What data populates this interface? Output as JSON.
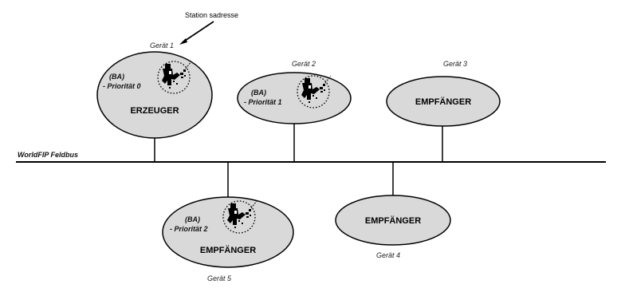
{
  "annotation": {
    "station_address": "Station sadresse"
  },
  "bus": {
    "label": "WorldFIP Feldbus"
  },
  "devices": [
    {
      "name": "Gerät 1",
      "role": "ERZEUGER",
      "ba": "(BA)",
      "priority": "- Priorität 0"
    },
    {
      "name": "Gerät 2",
      "role": "",
      "ba": "(BA)",
      "priority": "- Priorität 1"
    },
    {
      "name": "Gerät 3",
      "role": "EMPFÄNGER"
    },
    {
      "name": "Gerät 4",
      "role": "EMPFÄNGER"
    },
    {
      "name": "Gerät 5",
      "role": "EMPFÄNGER",
      "ba": "(BA)",
      "priority": "- Priorität 2"
    }
  ],
  "colors": {
    "ellipse_fill": "#d9d9d9",
    "line": "#000000"
  },
  "icons": {
    "operator": "person-with-device-icon"
  }
}
